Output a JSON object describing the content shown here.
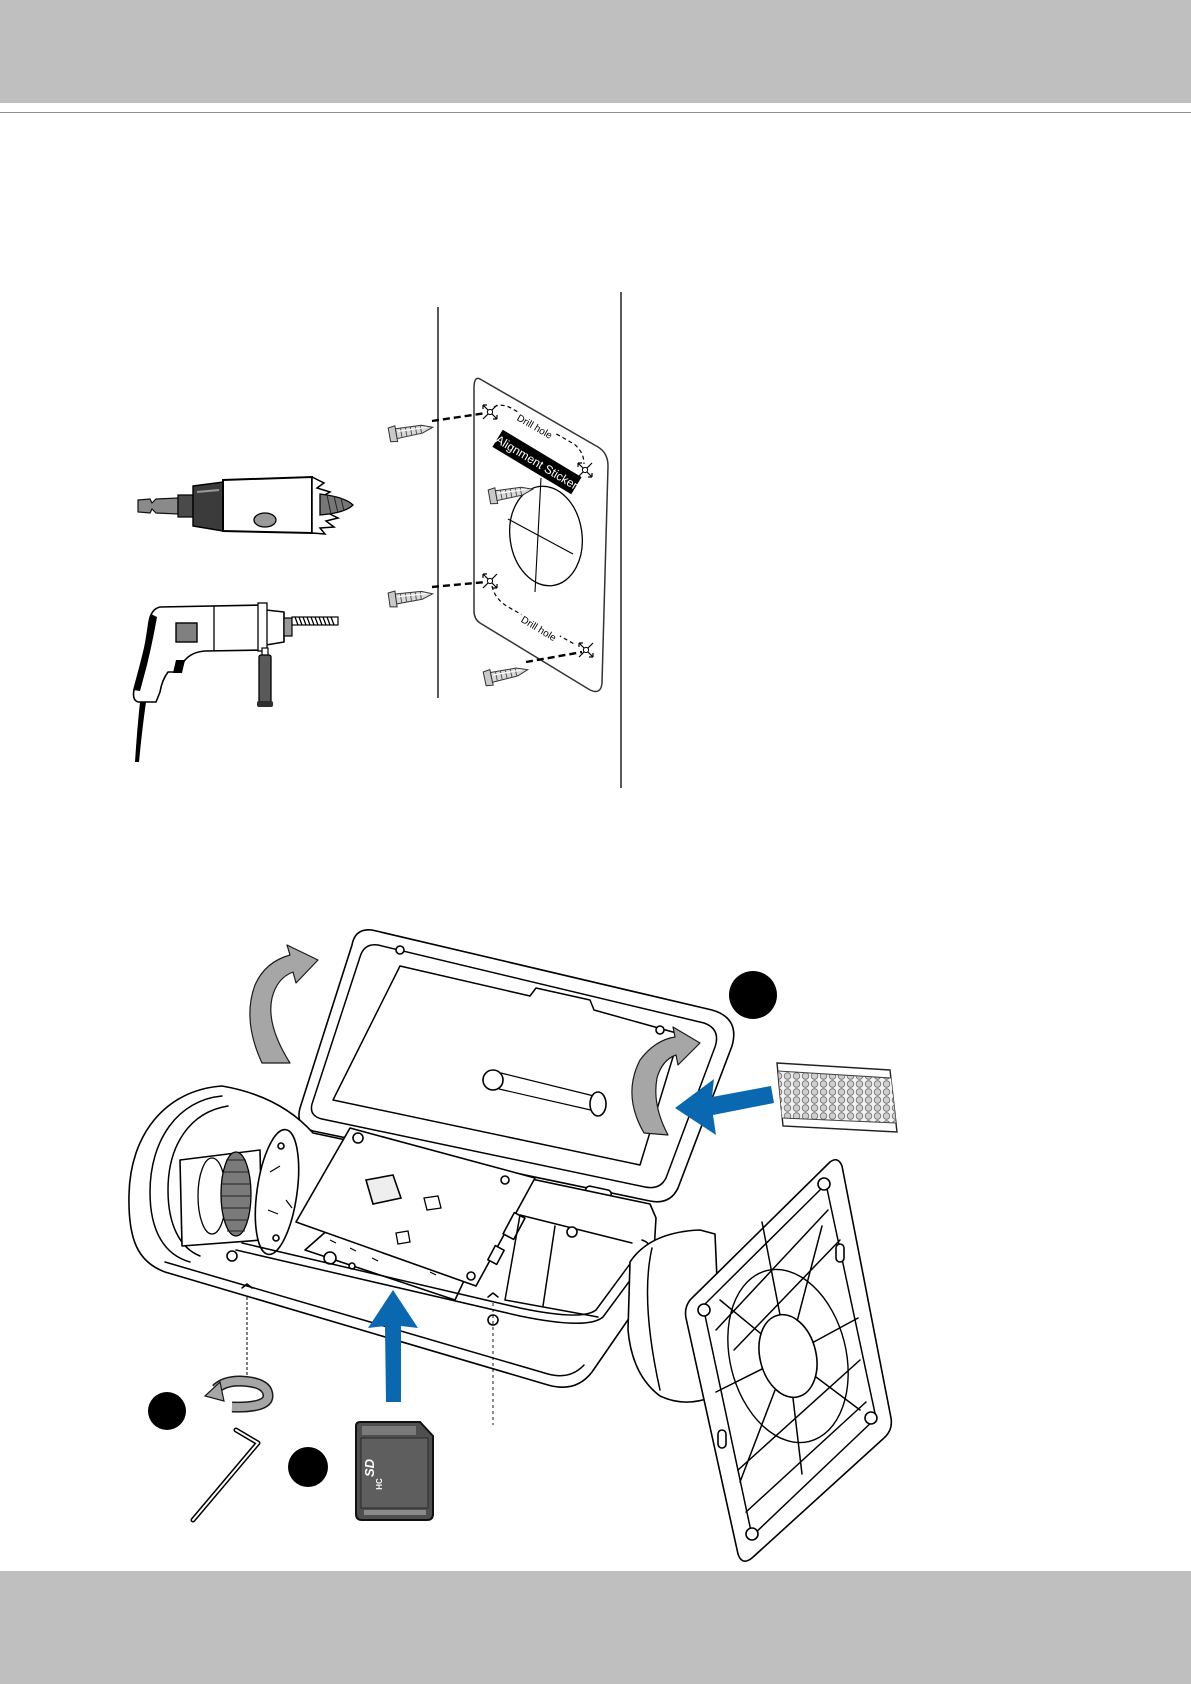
{
  "colors": {
    "header_bar": "#bfbfbf",
    "footer_bar": "#bfbfbf",
    "accent_arrow": "#0a68b0",
    "curved_arrow": "#a6a6a6",
    "step_marker": "#000000"
  },
  "figure_top": {
    "drill_hole_label_top": "Drill hole",
    "drill_hole_label_bottom": "Drill hole",
    "alignment_sticker_label": "Alignment Sticker"
  },
  "figure_bottom": {
    "sd_card_logo": "SD",
    "sd_card_class": "HC"
  },
  "icons": [
    "hole-saw-icon",
    "power-drill-icon",
    "wall-anchor-icon",
    "alignment-sticker-icon",
    "camera-housing-icon",
    "mounting-bracket-icon",
    "silica-gel-pack-icon",
    "sd-card-icon",
    "hex-key-icon",
    "rotate-arrow-icon",
    "up-arrow-icon",
    "left-arrow-icon",
    "curved-arrow-icon",
    "step-marker-icon"
  ]
}
